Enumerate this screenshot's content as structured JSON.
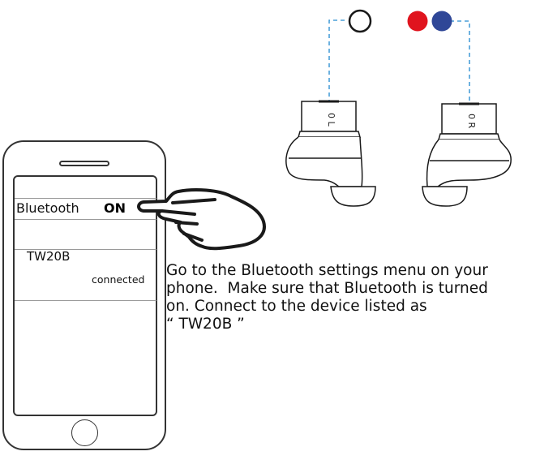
{
  "phone": {
    "settings": {
      "bluetooth_label": "Bluetooth",
      "bluetooth_state": "ON"
    },
    "device": {
      "name": "TW20B",
      "status": "connected"
    }
  },
  "earbuds": {
    "left": {
      "label": "L",
      "indicator_color": "#ffffff",
      "indicator_stroke": "#1a1a1a"
    },
    "right": {
      "label": "R",
      "indicator_colors": [
        "#e0141e",
        "#2f4797"
      ]
    },
    "leader_line_color": "#4a9fd8"
  },
  "instruction": "Go to the Bluetooth settings menu on your\nphone.  Make sure that Bluetooth is turned\non. Connect to the device listed as\n“ TW20B ”"
}
